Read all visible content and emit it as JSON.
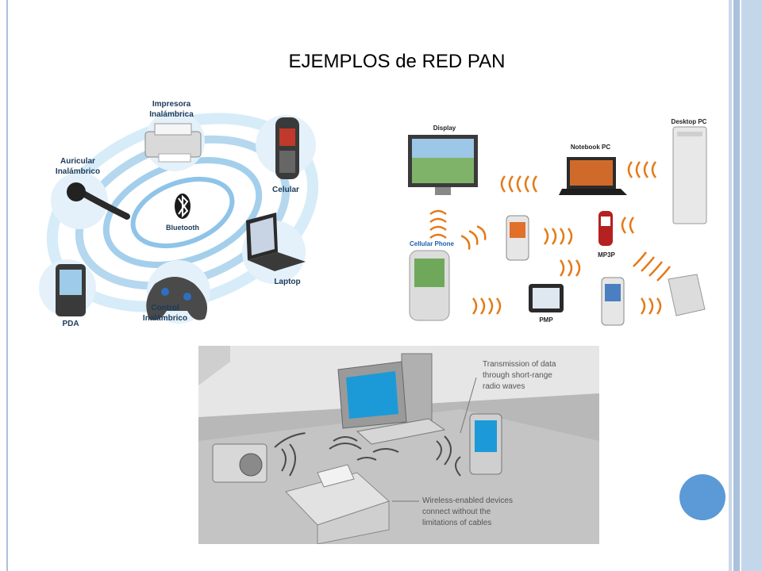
{
  "slide": {
    "title": "EJEMPLOS de RED PAN"
  },
  "bluetooth_diagram": {
    "center_label": "Bluetooth",
    "devices": [
      {
        "label_line1": "Impresora",
        "label_line2": "Inalámbrica"
      },
      {
        "label_line1": "Celular",
        "label_line2": ""
      },
      {
        "label_line1": "Auricular",
        "label_line2": "Inalámbrico"
      },
      {
        "label_line1": "Laptop",
        "label_line2": ""
      },
      {
        "label_line1": "PDA",
        "label_line2": ""
      },
      {
        "label_line1": "Control",
        "label_line2": "Inalámbrico"
      }
    ]
  },
  "device_network": {
    "labels": {
      "display": "Display",
      "notebook": "Notebook PC",
      "desktop": "Desktop PC",
      "cellular": "Cellular Phone",
      "mp3p": "MP3P",
      "pmp": "PMP"
    }
  },
  "desk_illustration": {
    "callout_top": [
      "Transmission of data",
      "through short-range",
      "radio waves"
    ],
    "callout_bottom": [
      "Wireless-enabled devices",
      "connect without the",
      "limitations of cables"
    ]
  },
  "colors": {
    "accent_dot": "#5b9ad6",
    "frame": "#a9c1dc"
  }
}
